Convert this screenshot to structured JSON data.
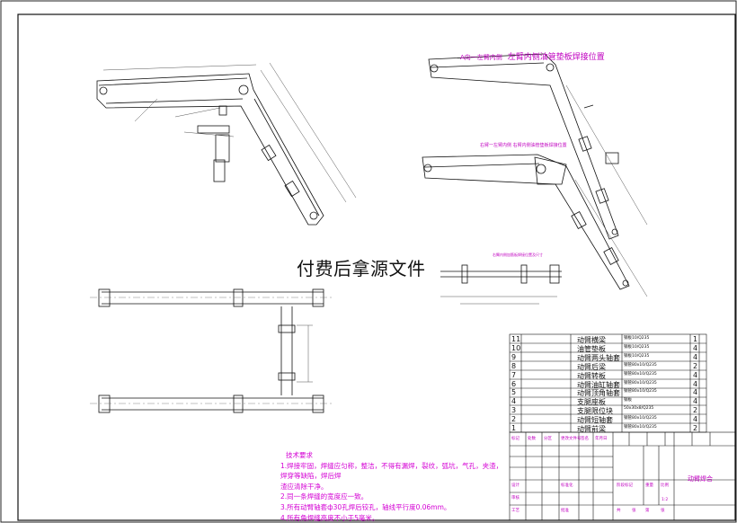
{
  "watermark": "付费后拿源文件",
  "view_labels": {
    "top_small": "A向一左臂内侧",
    "top_main": "左臂内侧油管垫板焊接位置",
    "mid_small": "右臂一左臂内侧 右臂内侧油管垫板焊接位置",
    "green": "右臂内侧加筋板焊接位置及尺寸"
  },
  "tech_notes": {
    "title": "技术要求",
    "items": [
      "1.焊接牢固，焊缝应匀称，整洁，不得有漏焊，裂纹，弧坑，气孔，夹渣，焊穿等缺陷，焊后焊",
      "渣应清除干净。",
      "2.同一条焊缝的宽度应一致。",
      "3.所有动臂轴套ф30孔焊后铰孔，轴线平行度0.06mm。",
      "4.所有角焊缝高度不小于5毫米。"
    ]
  },
  "bom": [
    {
      "no": "11",
      "name": "动臂横梁",
      "spec": "钢板10/Q235",
      "qty": "1"
    },
    {
      "no": "10",
      "name": "油管垫板",
      "spec": "钢板10/Q235",
      "qty": "4"
    },
    {
      "no": "9",
      "name": "动臂两头轴套",
      "spec": "钢板10/Q235",
      "qty": "4"
    },
    {
      "no": "8",
      "name": "动臂后梁",
      "spec": "钢管80x10/Q235",
      "qty": "2"
    },
    {
      "no": "7",
      "name": "动臂转板",
      "spec": "钢管80x10/Q235",
      "qty": "4"
    },
    {
      "no": "6",
      "name": "动臂油缸轴套",
      "spec": "钢管80x10/Q235",
      "qty": "4"
    },
    {
      "no": "5",
      "name": "动臂顶角轴套",
      "spec": "钢管80x10/Q235",
      "qty": "4"
    },
    {
      "no": "4",
      "name": "支腿座板",
      "spec": "钢板",
      "qty": "4"
    },
    {
      "no": "3",
      "name": "支腿限位块",
      "spec": "50x30x8/Q235",
      "qty": "2"
    },
    {
      "no": "2",
      "name": "动臂短轴套",
      "spec": "钢管80x10/Q235",
      "qty": "4"
    },
    {
      "no": "1",
      "name": "动臂前梁",
      "spec": "钢管80x10/Q235",
      "qty": "2"
    }
  ],
  "title_block": {
    "drawing_name": "动臂焊合",
    "scale": "1:2",
    "labels": [
      "标记",
      "处数",
      "分区",
      "更改文件号",
      "签名",
      "年月日",
      "设计",
      "标准化",
      "阶段标记",
      "重量",
      "比例",
      "审核",
      "工艺",
      "批准",
      "共",
      "张",
      "第",
      "张"
    ]
  }
}
